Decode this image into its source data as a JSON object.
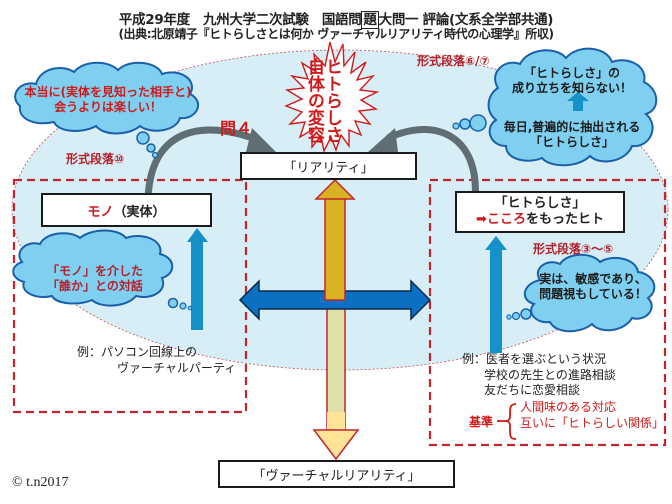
{
  "header": {
    "title_prefix": "平成29年度　九州大学二次試験　国語問",
    "title_boxed": "題",
    "title_suffix": "大問一 評論(文系全学部共通)",
    "subtitle": "(出典:北原靖子『ヒトらしさとは何か ヴァーチャルリアリティ時代の心理学』所収)"
  },
  "center": {
    "burst_line1": "ヒトらしさ",
    "burst_line2": "自体の変容",
    "question_label": "問４",
    "reality_box": "「リアリティ」",
    "virtual_reality_box": "「ヴァーチャルリアリティ」"
  },
  "left": {
    "thought_cloud_line1": "本当に(実体を見知った相手と)",
    "thought_cloud_line2": "会うよりは楽しい！",
    "paragraph_label": "形式段落⑩",
    "mono_box_red": "モノ",
    "mono_box_black": "（実体）",
    "dialog_cloud_line1": "「モノ」を介した",
    "dialog_cloud_line2": "「誰か」との対話",
    "example_line1": "例：パソコン回線上の",
    "example_line2": "ヴァーチャルパーティ"
  },
  "right": {
    "paragraph_label_top": "形式段落⑥/⑦",
    "top_cloud_line1": "「ヒトらしさ」の",
    "top_cloud_line2": "成り立ちを知らない！",
    "top_cloud_line3": "毎日,普遍的に抽出される",
    "top_cloud_line4": "「ヒトらしさ」",
    "hito_box_line1": "「ヒトらしさ」",
    "hito_box_arrow": "➡",
    "hito_box_red": "こころ",
    "hito_box_black": "をもったヒト",
    "paragraph_label_mid": "形式段落③〜⑤",
    "sensitive_cloud_line1": "実は、敏感であり、",
    "sensitive_cloud_line2": "問題視もしている！",
    "example_line1": "例：医者を選ぶという状況",
    "example_line2": "学校の先生との進路相談",
    "example_line3": "友だちに恋愛相談",
    "criteria_label": "基準",
    "criteria_line1": "人間味のある対応",
    "criteria_line2": "互いに「ヒトらしい関係」"
  },
  "footer": {
    "copyright": "© t.n2017"
  },
  "colors": {
    "ellipse_fill": "#d7eef7",
    "cloud_fill": "#7fd0f0",
    "cloud_stroke": "#1a5fa8",
    "accent_red": "#d01a1a",
    "dashed_red": "#c0262e",
    "blue_arrow": "#0b6fc2",
    "up_arrow": "#1690c8",
    "gold_arrow": "#d9b223",
    "pale_arrow": "#ffe397",
    "curved_arrow": "#5e6e73"
  }
}
